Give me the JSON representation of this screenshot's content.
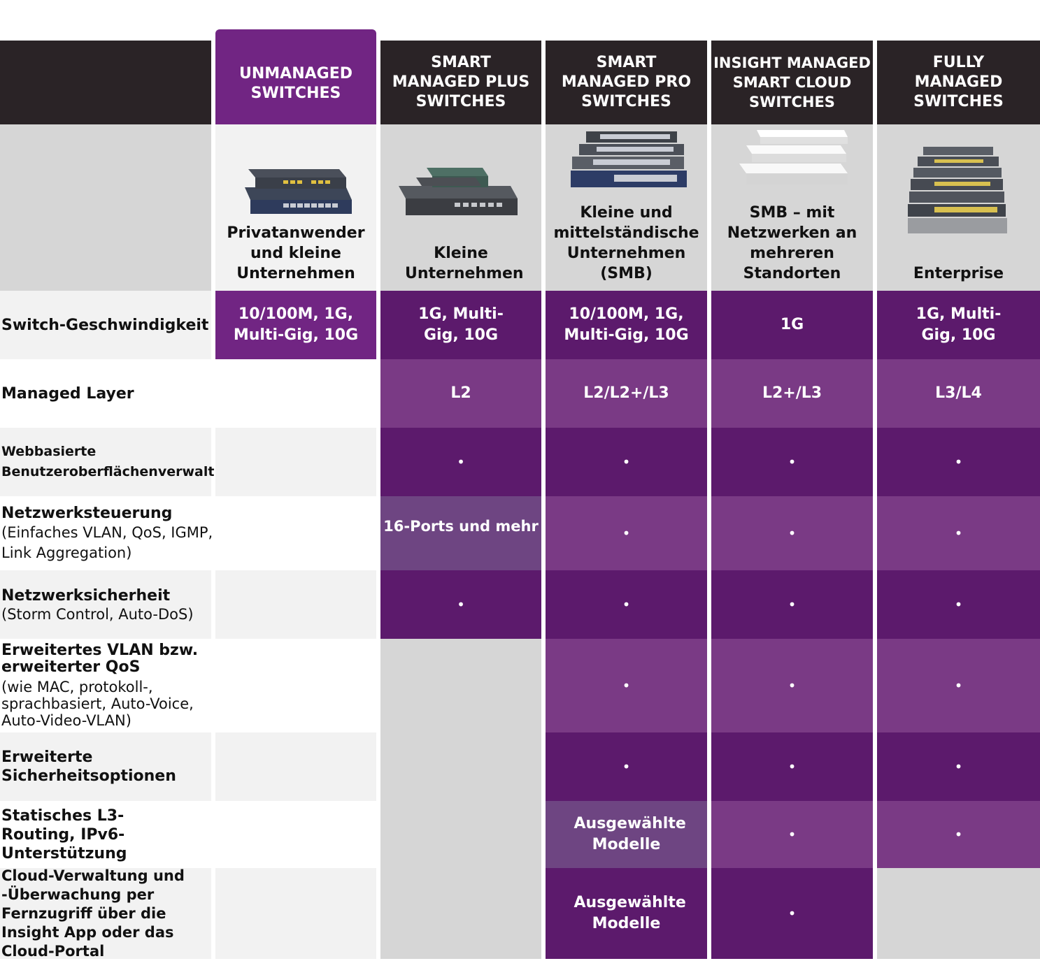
{
  "columns": [
    {
      "title": "UNMANAGED SWITCHES",
      "segment": "Privatanwender und kleine Unternehmen"
    },
    {
      "title": "SMART MANAGED PLUS SWITCHES",
      "segment": "Kleine Unternehmen"
    },
    {
      "title": "SMART MANAGED PRO SWITCHES",
      "segment": "Kleine und mittelständische Unternehmen (SMB)"
    },
    {
      "title": "INSIGHT MANAGED SMART CLOUD SWITCHES",
      "segment": "SMB – mit Netzwerken an mehreren Standorten"
    },
    {
      "title": "FULLY MANAGED SWITCHES",
      "segment": "Enterprise"
    }
  ],
  "rows": [
    {
      "label": "Switch-Geschwindigkeit",
      "sub": "",
      "values": [
        "10/100M, 1G, Multi-Gig, 10G",
        "1G, Multi-Gig, 10G",
        "10/100M, 1G, Multi-Gig, 10G",
        "1G",
        "1G, Multi-Gig, 10G"
      ]
    },
    {
      "label": "Managed Layer",
      "sub": "",
      "values": [
        "",
        "L2",
        "L2/L2+/L3",
        "L2+/L3",
        "L3/L4"
      ]
    },
    {
      "label": "Webbasierte Benutzeroberflächenverwaltung",
      "sub": "",
      "values": [
        "",
        "•",
        "•",
        "•",
        "•"
      ]
    },
    {
      "label": "Netzwerksteuerung",
      "sub": "(Einfaches VLAN, QoS, IGMP, Link Aggregation)",
      "values": [
        "",
        "16-Ports und mehr",
        "•",
        "•",
        "•"
      ]
    },
    {
      "label": "Netzwerksicherheit",
      "sub": "(Storm Control, Auto-DoS)",
      "values": [
        "",
        "•",
        "•",
        "•",
        "•"
      ]
    },
    {
      "label": "Erweitertes VLAN bzw. erweiterter QoS",
      "sub": "(wie MAC, protokoll-, sprachbasiert, Auto-Voice, Auto-Video-VLAN)",
      "values": [
        "",
        "",
        "•",
        "•",
        "•"
      ]
    },
    {
      "label": "Erweiterte Sicherheitsoptionen",
      "sub": "",
      "values": [
        "",
        "",
        "•",
        "•",
        "•"
      ]
    },
    {
      "label": "Statisches L3-Routing, IPv6-Unterstützung",
      "sub": "",
      "values": [
        "",
        "",
        "Ausgewählte Modelle",
        "•",
        "•"
      ]
    },
    {
      "label": "Cloud-Verwaltung und -Überwachung per Fernzugriff über die Insight App oder das Cloud-Portal",
      "sub": "",
      "values": [
        "",
        "",
        "Ausgewählte Modelle",
        "•",
        ""
      ]
    }
  ],
  "colors": {
    "header_dark": "#2a2326",
    "accent_purple": "#712583",
    "purple_dark": "#5c1a6c",
    "purple_mid": "#7a3a85",
    "purple_light": "#6e4582",
    "gray": "#d6d6d6"
  }
}
